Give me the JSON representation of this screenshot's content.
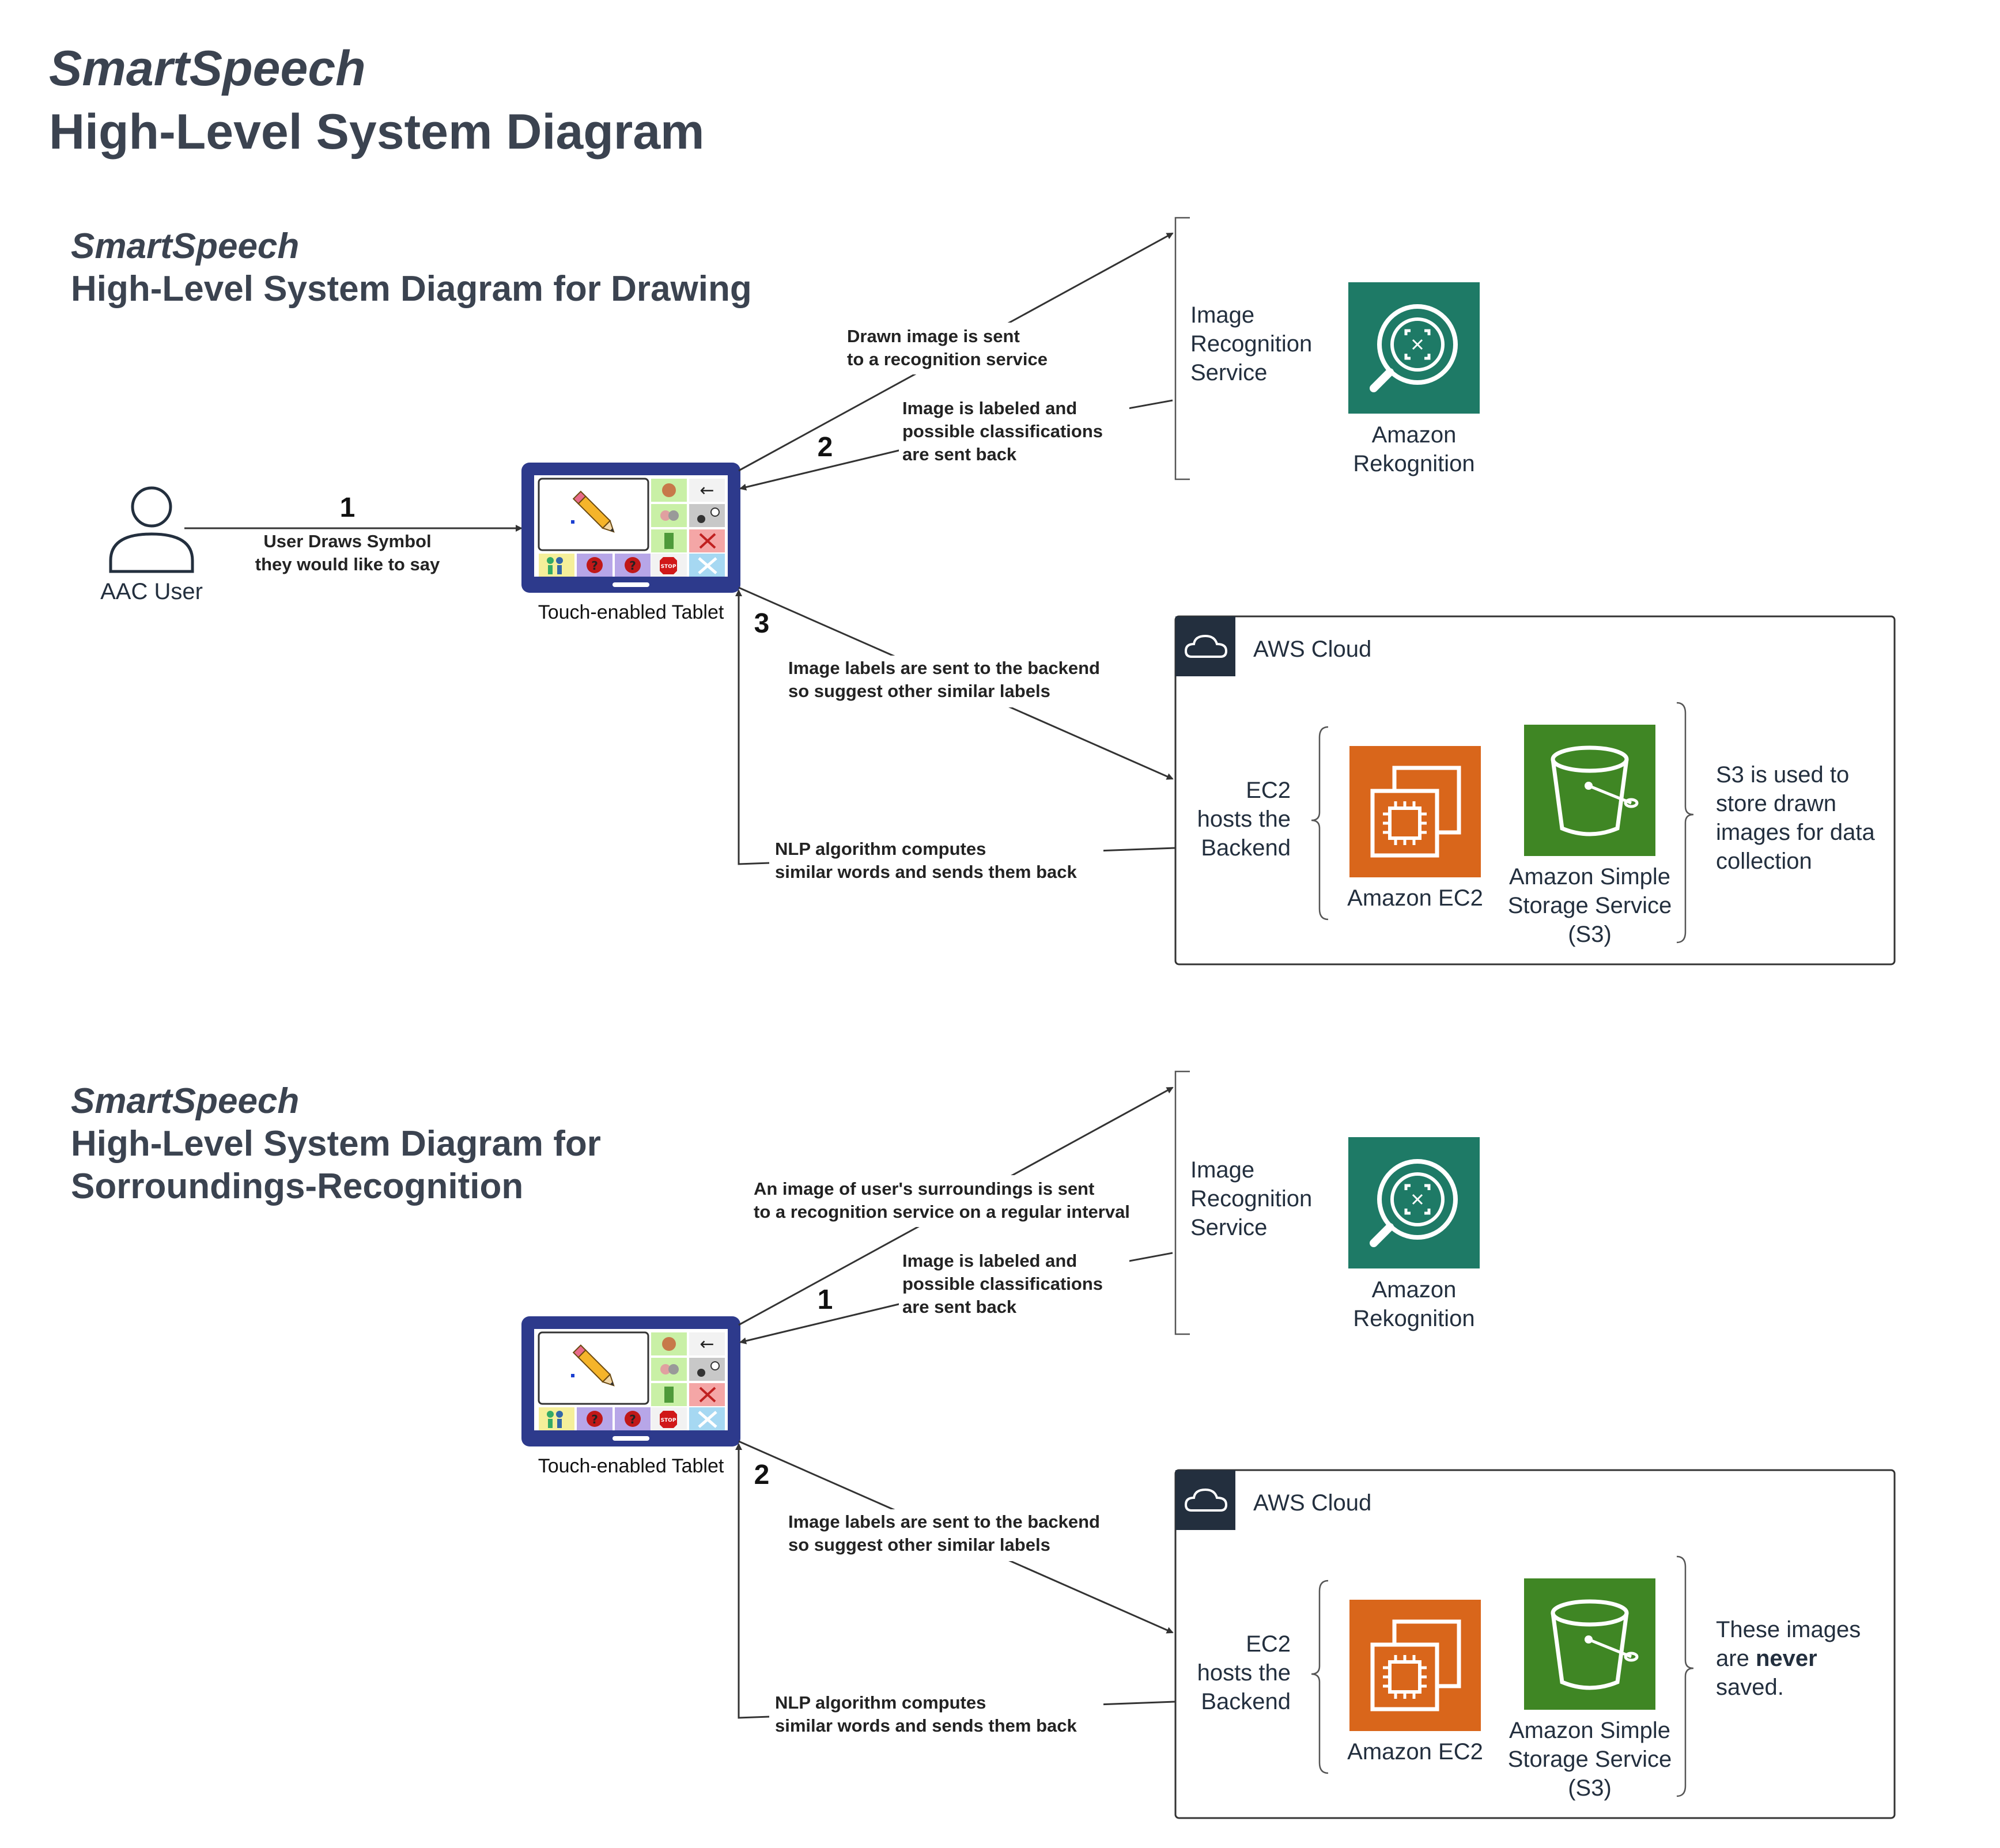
{
  "header": {
    "title_italic": "SmartSpeech",
    "title": "High-Level System Diagram"
  },
  "colors": {
    "rekognition": "#1e7a66",
    "ec2": "#d9661b",
    "s3": "#3f8624",
    "tablet": "#2d3a8c",
    "aws_header": "#232f3e"
  },
  "drawing": {
    "title_italic": "SmartSpeech",
    "title": "High-Level System Diagram for Drawing",
    "user_label": "AAC User",
    "tablet_label": "Touch-enabled Tablet",
    "step1_num": "1",
    "step1_line1": "User Draws Symbol",
    "step1_line2": "they would like to say",
    "step2_num": "2",
    "send_line1": "Drawn image is sent",
    "send_line2": "to a recognition service",
    "back_line1": "Image is labeled and",
    "back_line2": "possible classifications",
    "back_line3": "are sent back",
    "step3_num": "3",
    "backend_line1": "Image labels are sent to the backend",
    "backend_line2": "so suggest other similar labels",
    "nlp_line1": "NLP algorithm computes",
    "nlp_line2": "similar words and sends them back",
    "irs_line1": "Image",
    "irs_line2": "Recognition",
    "irs_line3": "Service",
    "rekognition_line1": "Amazon",
    "rekognition_line2": "Rekognition",
    "aws_cloud": "AWS Cloud",
    "ec2_hosts_line1": "EC2",
    "ec2_hosts_line2": "hosts the",
    "ec2_hosts_line3": "Backend",
    "ec2_label": "Amazon EC2",
    "s3_line1": "Amazon Simple",
    "s3_line2": "Storage Service",
    "s3_line3": "(S3)",
    "note_line1": "S3 is used to",
    "note_line2": "store drawn",
    "note_line3": "images for data",
    "note_line4": "collection"
  },
  "surroundings": {
    "title_italic": "SmartSpeech",
    "title_line1": "High-Level System Diagram for",
    "title_line2": "Sorroundings-Recognition",
    "tablet_label": "Touch-enabled Tablet",
    "send_line1": "An image of user's surroundings is sent",
    "send_line2": "to a recognition service on a regular interval",
    "step1_num": "1",
    "back_line1": "Image is labeled and",
    "back_line2": "possible classifications",
    "back_line3": "are sent back",
    "step2_num": "2",
    "backend_line1": "Image labels are sent to the backend",
    "backend_line2": "so suggest other similar labels",
    "nlp_line1": "NLP algorithm computes",
    "nlp_line2": "similar words and sends them back",
    "irs_line1": "Image",
    "irs_line2": "Recognition",
    "irs_line3": "Service",
    "rekognition_line1": "Amazon",
    "rekognition_line2": "Rekognition",
    "aws_cloud": "AWS Cloud",
    "ec2_hosts_line1": "EC2",
    "ec2_hosts_line2": "hosts the",
    "ec2_hosts_line3": "Backend",
    "ec2_label": "Amazon EC2",
    "s3_line1": "Amazon Simple",
    "s3_line2": "Storage Service",
    "s3_line3": "(S3)",
    "note_line1": "These images",
    "note_line2_pre": "are ",
    "note_line2_bold": "never",
    "note_line3": "saved."
  }
}
